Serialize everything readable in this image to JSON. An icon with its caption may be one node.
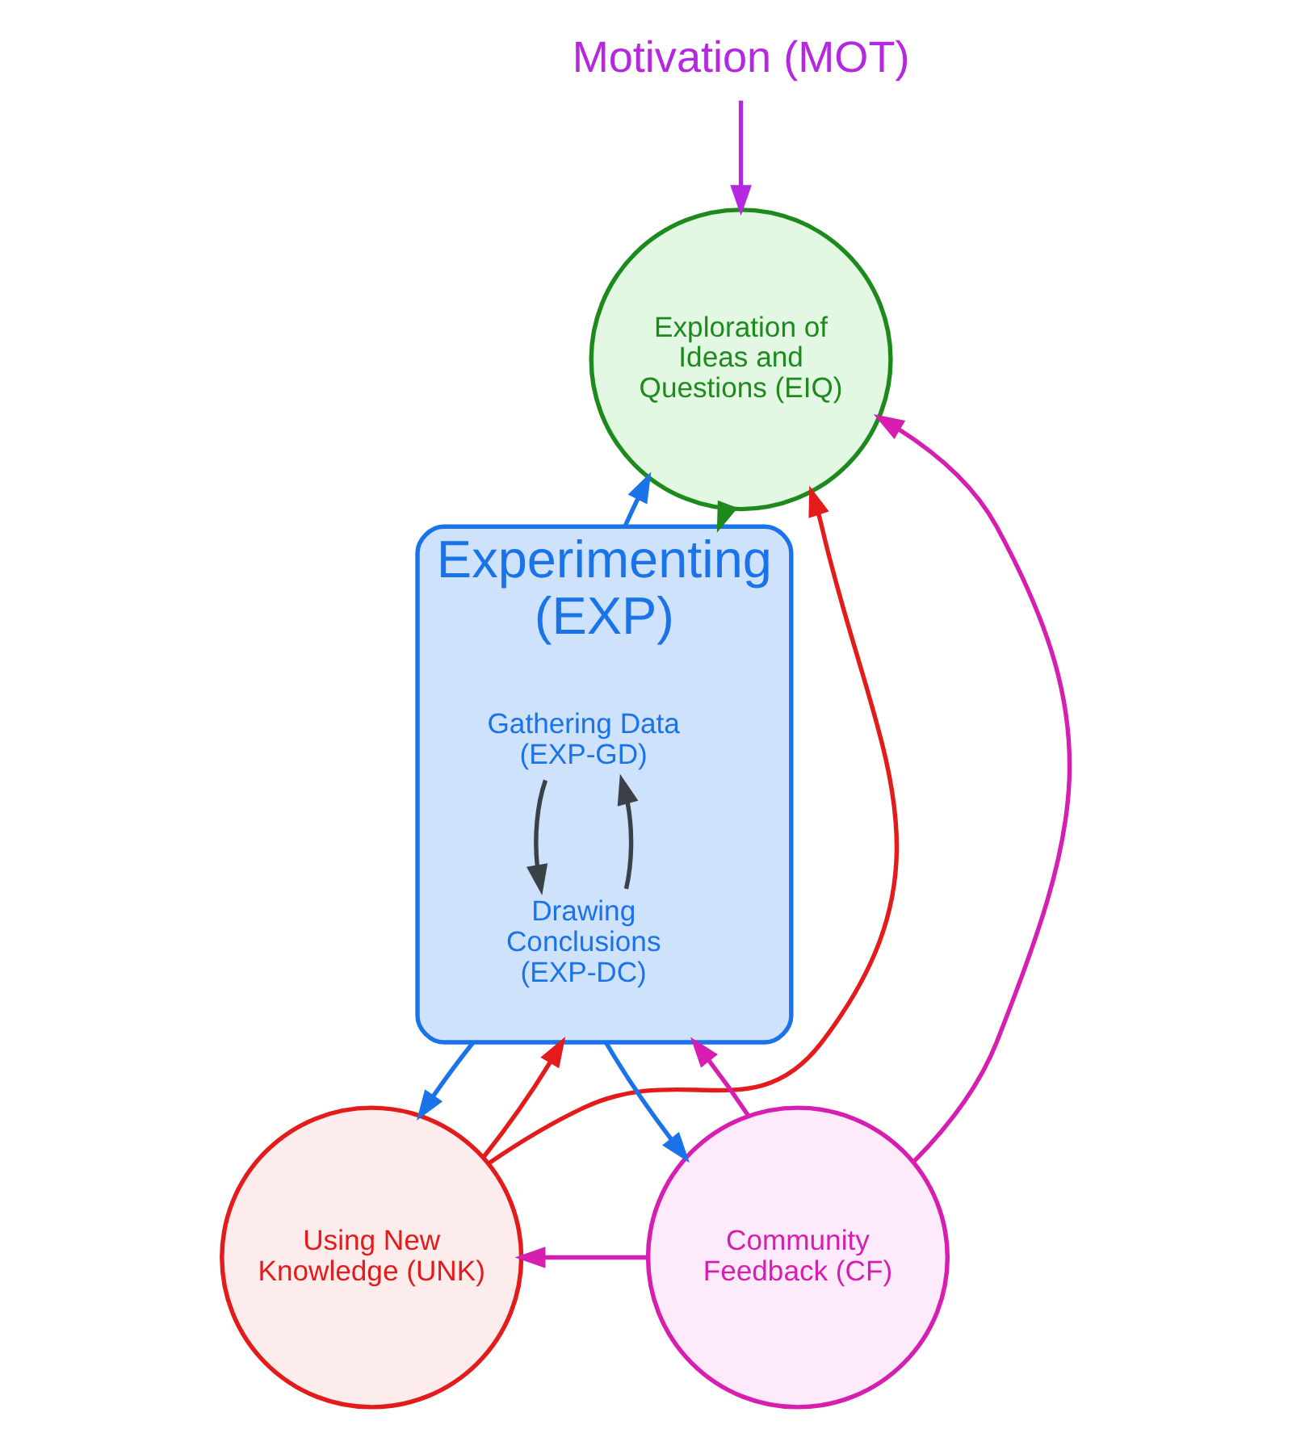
{
  "diagram": {
    "nodes": [
      {
        "text": [
          "Motivation (MOT)"
        ]
      },
      {
        "text": [
          "Exploration of Ideas and Questions (EIQ)"
        ]
      },
      {
        "text": [
          "Experimenting (EXP)"
        ]
      },
      {
        "text": [
          "Gathering Data (EXP-GD)"
        ],
        "in": 2
      },
      {
        "text": [
          "Drawing Conclusions (EXP-DC)"
        ],
        "in": 2
      },
      {
        "text": [
          "Using New Knowledge (UNK)"
        ]
      },
      {
        "text": [
          "Community Feedback (CF)"
        ]
      }
    ],
    "edges": [
      {
        "from": 0,
        "to": 1,
        "arrow": "to",
        "color": "#b429e0"
      },
      {
        "from": 2,
        "to": 1,
        "arrow": "to",
        "color": "#1a73e8"
      },
      {
        "from": 1,
        "to": 2,
        "arrow": "to",
        "color": "#1e8a1e"
      },
      {
        "from": 5,
        "to": 1,
        "arrow": "to",
        "color": "#e31b1b"
      },
      {
        "from": 6,
        "to": 1,
        "arrow": "to",
        "color": "#d61fb0"
      },
      {
        "from": 5,
        "to": 2,
        "arrow": "to",
        "color": "#e31b1b"
      },
      {
        "from": 6,
        "to": 2,
        "arrow": "to",
        "color": "#d61fb0"
      },
      {
        "from": 2,
        "to": 5,
        "arrow": "to",
        "color": "#1a73e8"
      },
      {
        "from": 2,
        "to": 6,
        "arrow": "to",
        "color": "#1a73e8"
      },
      {
        "from": 6,
        "to": 5,
        "arrow": "to",
        "color": "#d61fb0"
      },
      {
        "from": 3,
        "to": 4,
        "arrow": "to",
        "color": "#3c4048"
      },
      {
        "from": 4,
        "to": 3,
        "arrow": "to",
        "color": "#3c4048"
      }
    ]
  }
}
